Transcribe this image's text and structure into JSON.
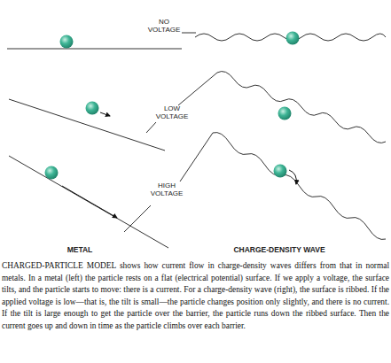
{
  "diagram": {
    "caption": "CHARGED-PARTICLE MODEL shows how current flow in charge-density waves differs from that in normal metals. In a metal (left) the particle rests on a flat (electrical potential) surface. If we apply a voltage, the surface tilts, and the particle starts to move: there is a current. For a charge-density wave (right), the surface is ribbed. If the applied voltage is low—that is, the tilt is small—the particle changes position only slightly, and there is no current. If the tilt is large enough to get the particle over the barrier, the particle runs down the ribbed surface. Then the current goes up and down in time as the particle climbs over each barrier.",
    "labels": [
      "NO VOLTAGE",
      "LOW VOLTAGE",
      "HIGH VOLTAGE",
      "METAL",
      "CHARGE-DENSITY WAVE"
    ]
  }
}
